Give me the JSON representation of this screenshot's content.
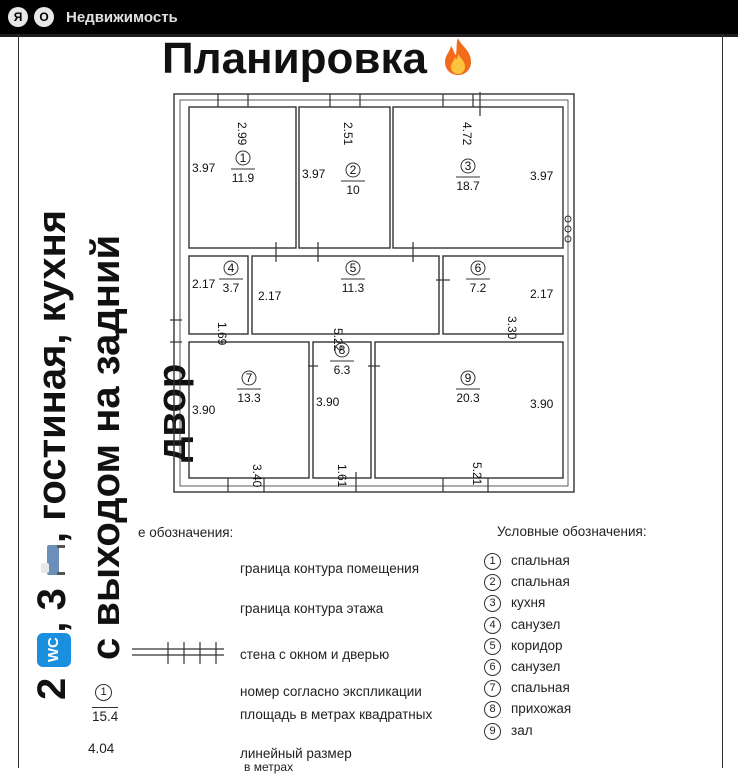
{
  "header": {
    "logo_letter": "Я",
    "logo_letter2": "О",
    "brand": "Недвижимость"
  },
  "title": "Планировка",
  "vertical": {
    "line1_a": "2",
    "line1_b": "WC",
    "line1_c": ", 3",
    "line1_d": ", гостиная, кухня",
    "line2": "с выходом на задний",
    "line3": "двор"
  },
  "rooms": [
    {
      "n": "1",
      "area": "11.9",
      "w": "2.99",
      "h": "3.97"
    },
    {
      "n": "2",
      "area": "10",
      "w": "2.51",
      "h": "3.97"
    },
    {
      "n": "3",
      "area": "18.7",
      "w": "4.72",
      "h": "3.97"
    },
    {
      "n": "4",
      "area": "3.7",
      "w": "1.69",
      "h": "2.17"
    },
    {
      "n": "5",
      "area": "11.3",
      "w": "5.22",
      "h": "2.17"
    },
    {
      "n": "6",
      "area": "7.2",
      "w": "3.30",
      "h": "2.17"
    },
    {
      "n": "7",
      "area": "13.3",
      "w": "3.40",
      "h": "3.90"
    },
    {
      "n": "8",
      "area": "6.3",
      "w": "1.61",
      "h": "3.90"
    },
    {
      "n": "9",
      "area": "20.3",
      "w": "5.21",
      "h": "3.90"
    }
  ],
  "legend_left": {
    "heading": "е обозначения:",
    "items": [
      "граница контура помещения",
      "граница контура этажа",
      "стена с окном и дверью",
      "номер согласно экспликации",
      "площадь в метрах квадратных",
      "линейный размер",
      "в метрах"
    ],
    "sample_num": "1",
    "sample_area": "15.4",
    "sample_len": "4.04"
  },
  "legend_right": {
    "heading": "Условные обозначения:",
    "items": [
      {
        "n": "1",
        "label": "спальная"
      },
      {
        "n": "2",
        "label": "спальная"
      },
      {
        "n": "3",
        "label": "кухня"
      },
      {
        "n": "4",
        "label": "санузел"
      },
      {
        "n": "5",
        "label": "коридор"
      },
      {
        "n": "6",
        "label": "санузел"
      },
      {
        "n": "7",
        "label": "спальная"
      },
      {
        "n": "8",
        "label": "прихожая"
      },
      {
        "n": "9",
        "label": "зал"
      }
    ]
  }
}
